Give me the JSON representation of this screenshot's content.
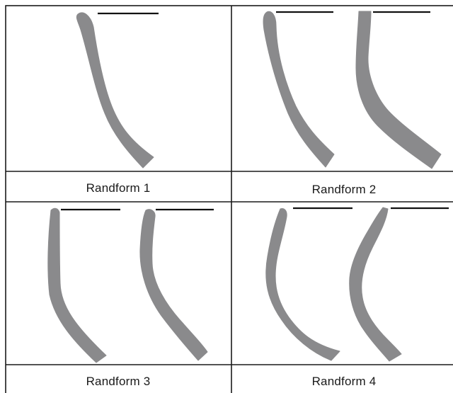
{
  "panels": [
    {
      "label": "Randform 1"
    },
    {
      "label": "Randform 2"
    },
    {
      "label": "Randform 3"
    },
    {
      "label": "Randform 4"
    }
  ],
  "colors": {
    "shape_fill": "#8a8a8c",
    "frame": "#1a1a1a",
    "scale_bar": "#111111",
    "background": "#ffffff"
  }
}
